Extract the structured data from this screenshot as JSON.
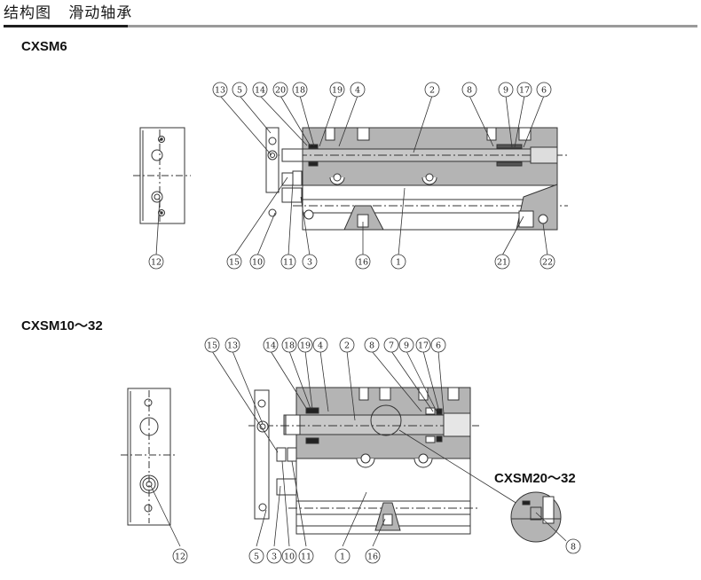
{
  "header": {
    "title": "结构图",
    "subtitle": "滑动轴承"
  },
  "sections": {
    "cxsm6": {
      "label": "CXSM6"
    },
    "cxsm10_32": {
      "label": "CXSM10～32"
    },
    "detail": {
      "label": "CXSM20～32"
    }
  },
  "callouts": {
    "cxsm6_top": [
      "13",
      "5",
      "14",
      "20",
      "18",
      "19",
      "4",
      "2",
      "8",
      "9",
      "17",
      "6"
    ],
    "cxsm6_bottom": [
      "15",
      "10",
      "11",
      "3",
      "16",
      "1",
      "21",
      "22"
    ],
    "cxsm6_side": [
      "12"
    ],
    "cxsm10_top": [
      "15",
      "13",
      "14",
      "18",
      "19",
      "4",
      "2",
      "8",
      "7",
      "9",
      "17",
      "6"
    ],
    "cxsm10_bottom": [
      "5",
      "3",
      "10",
      "11",
      "1",
      "16"
    ],
    "cxsm10_side": [
      "12"
    ],
    "detail": [
      "8"
    ]
  },
  "colors": {
    "body_fill": "#b4b4b4",
    "line": "#333333",
    "title_bar_dark": "#1e1e1e",
    "title_bar_gray": "#9a9a9a"
  }
}
